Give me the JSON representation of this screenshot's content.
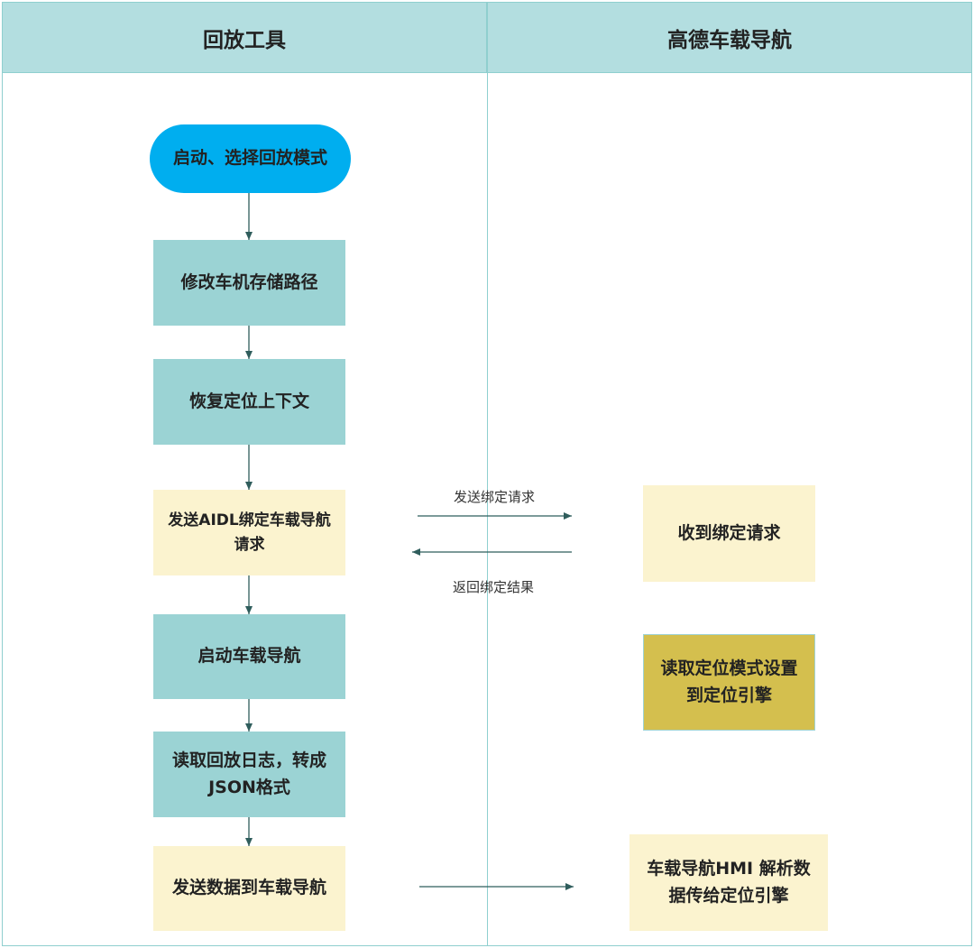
{
  "lanes": {
    "left": "回放工具",
    "right": "高德车载导航"
  },
  "nodes": {
    "start": "启动、选择回放模式",
    "modify_path": "修改车机存储路径",
    "restore_context": "恢复定位上下文",
    "send_aidl": "发送AIDL绑定车载导航请求",
    "launch_nav": "启动车载导航",
    "read_log": "读取回放日志，转成JSON格式",
    "send_data": "发送数据到车载导航",
    "receive_bind": "收到绑定请求",
    "read_mode": "读取定位模式设置到定位引擎",
    "hmi_parse": "车载导航HMI 解析数据传给定位引擎"
  },
  "edge_labels": {
    "send_bind_request": "发送绑定请求",
    "return_bind_result": "返回绑定结果"
  },
  "colors": {
    "header": "#b3dee0",
    "start": "#00aeef",
    "process": "#9bd3d4",
    "io": "#fbf3cf",
    "highlight": "#d4bf4e",
    "arrow": "#2f5d5c"
  }
}
